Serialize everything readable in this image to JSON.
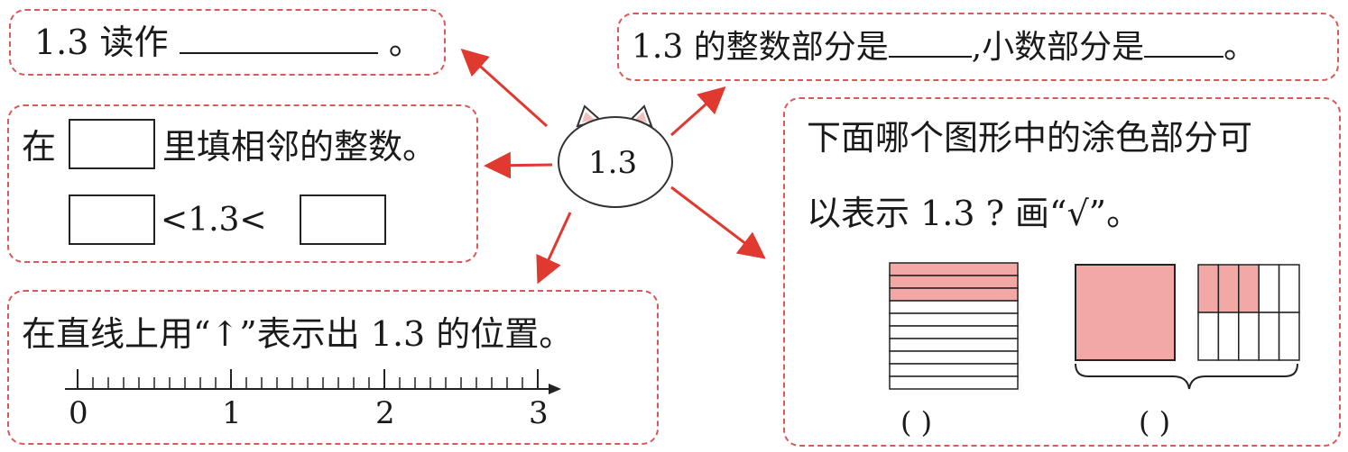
{
  "center": {
    "label": "1.3"
  },
  "q1": {
    "prefix": "1.3 读作",
    "suffix": "。"
  },
  "q2": {
    "part1": "1.3 的整数部分是",
    "part2": ",小数部分是",
    "part3": "。"
  },
  "q3": {
    "instruction": "里填相邻的整数。",
    "prefix": "在",
    "middle": "<1.3<"
  },
  "q4": {
    "instruction": "在直线上用“↑”表示出 1.3 的位置。",
    "tick_labels": [
      "0",
      "1",
      "2",
      "3"
    ]
  },
  "q5": {
    "line1": "下面哪个图形中的涂色部分可",
    "line2": "以表示 1.3 ? 画“√”。",
    "paren_left": "(        )",
    "paren_right": "(        )"
  },
  "colors": {
    "accent": "#d65a58",
    "shade": "#f2a9a5"
  }
}
